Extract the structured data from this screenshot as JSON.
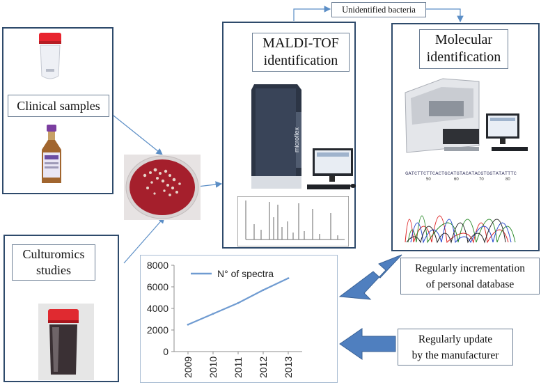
{
  "labels": {
    "clinical_samples": "Clinical samples",
    "culturomics_line1": "Culturomics",
    "culturomics_line2": "studies",
    "maldi_line1": "MALDI-TOF",
    "maldi_line2": "identification",
    "molecular_line1": "Molecular",
    "molecular_line2": "identification",
    "unidentified": "Unidentified bacteria",
    "incrementation_line1": "Regularly incrementation",
    "incrementation_line2": "of personal database",
    "update_line1": "Regularly update",
    "update_line2": "by the manufacturer"
  },
  "instrument_text": {
    "maldi_brand": "microflex",
    "sequence": "GATCTTCTTCACTGCATGTACATACGTGGTATATTTC",
    "seq_ticks": [
      "50",
      "60",
      "70",
      "80"
    ]
  },
  "colors": {
    "frame": "#2e4a6b",
    "arrow_blue": "#4f7fbf",
    "connector": "#5b8ec6",
    "series": "#6f9bd1",
    "agar": "#a51f2c"
  },
  "chart_data": {
    "type": "line",
    "x": [
      "2009",
      "2010",
      "2011",
      "2012",
      "2013"
    ],
    "series": [
      {
        "name": "N° of spectra",
        "values": [
          2500,
          3500,
          4500,
          5700,
          6800
        ]
      }
    ],
    "ylim": [
      0,
      8000
    ],
    "yticks": [
      0,
      2000,
      4000,
      6000,
      8000
    ],
    "legend": "top-left",
    "grid": false
  }
}
